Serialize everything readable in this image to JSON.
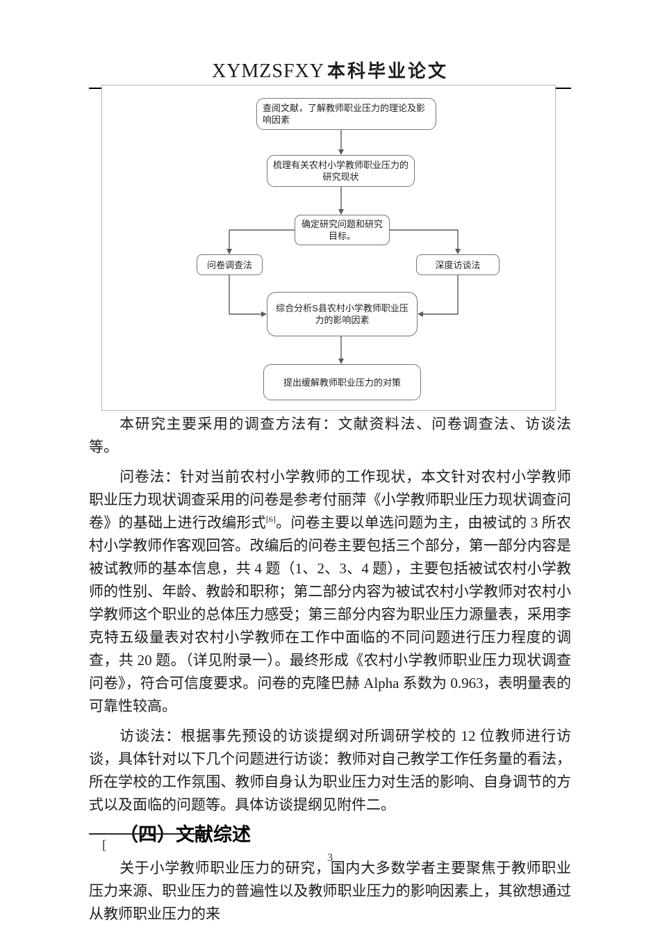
{
  "header": {
    "title_latin": "XYMZSFXY",
    "title_cn": "本科毕业论文"
  },
  "flowchart": {
    "nodes": [
      "查阅文献，了解教师职业压力的理论及影响因素",
      "梳理有关农村小学教师职业压力的研究现状",
      "确定研究问题和研究目标。",
      "问卷调查法",
      "深度访谈法",
      "综合分析S县农村小学教师职业压力的影响因素",
      "提出缓解教师职业压力的对策"
    ]
  },
  "paragraphs": {
    "p1": "本研究主要采用的调查方法有：文献资料法、问卷调查法、访谈法等。",
    "p2_before_sup": "问卷法：针对当前农村小学教师的工作现状，本文针对农村小学教师职业压力现状调查采用的问卷是参考付丽萍《小学教师职业压力现状调查问卷》的基础上进行改编形式",
    "p2_sup": "[6]",
    "p2_after_sup": "。问卷主要以单选问题为主，由被试的 3 所农村小学教师作客观回答。改编后的问卷主要包括三个部分，第一部分内容是被试教师的基本信息，共 4 题（1、2、3、4 题），主要包括被试农村小学教师的性别、年龄、教龄和职称；第二部分内容为被试农村小学教师对农村小学教师这个职业的总体压力感受；第三部分内容为职业压力源量表，采用李克特五级量表对农村小学教师在工作中面临的不同问题进行压力程度的调查，共 20 题。（详见附录一）。最终形成《农村小学教师职业压力现状调查问卷》，符合可信度要求。问卷的克隆巴赫 Alpha 系数为 0.963，表明量表的可靠性较高。",
    "p3": "访谈法：根据事先预设的访谈提纲对所调研学校的 12 位教师进行访谈，具体针对以下几个问题进行访谈：教师对自己教学工作任务量的看法，所在学校的工作氛围、教师自身认为职业压力对生活的影响、自身调节的方式以及面临的问题等。具体访谈提纲见附件二。",
    "heading4": "（四）文献综述",
    "p4": "关于小学教师职业压力的研究，国内大多数学者主要聚焦于教师职业压力来源、职业压力的普遍性以及教师职业压力的影响因素上，其欲想通过从教师职业压力的来"
  },
  "footer": {
    "footnote_mark": "[",
    "page_number": "3"
  },
  "colors": {
    "node_border": "#757575",
    "frame_border": "#b5b5b5",
    "connector": "#5a5a5a",
    "text": "#1c1c1c"
  }
}
